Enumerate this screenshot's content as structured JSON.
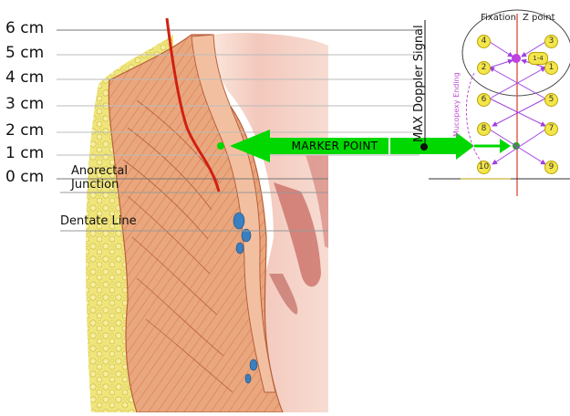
{
  "scale": {
    "labels": [
      "6 cm",
      "5 cm",
      "4 cm",
      "3 cm",
      "2 cm",
      "1 cm",
      "0 cm"
    ]
  },
  "anatomy": {
    "anorectal_junction": "Anorectal\nJunction",
    "dentate_line": "Dentate Line"
  },
  "marker": {
    "label": "MARKER POINT",
    "color": "#00d800"
  },
  "doppler": {
    "label": "MAX Doppler Signal"
  },
  "schematic": {
    "fixation_label": "Fixation",
    "z_point_label": "Z point",
    "mucopexy_label": "Mucopexy Ending",
    "points": [
      "1",
      "2",
      "3",
      "4",
      "5",
      "6",
      "7",
      "8",
      "9",
      "10"
    ],
    "merge_label": "1-4",
    "accent_color": "#a040e0"
  },
  "colors": {
    "mucosa": "#e9a77a",
    "mucosa_line": "#b8603c",
    "fat": "#ece070",
    "lumen_shadow": "#c0605a",
    "red_line": "#d02010"
  }
}
